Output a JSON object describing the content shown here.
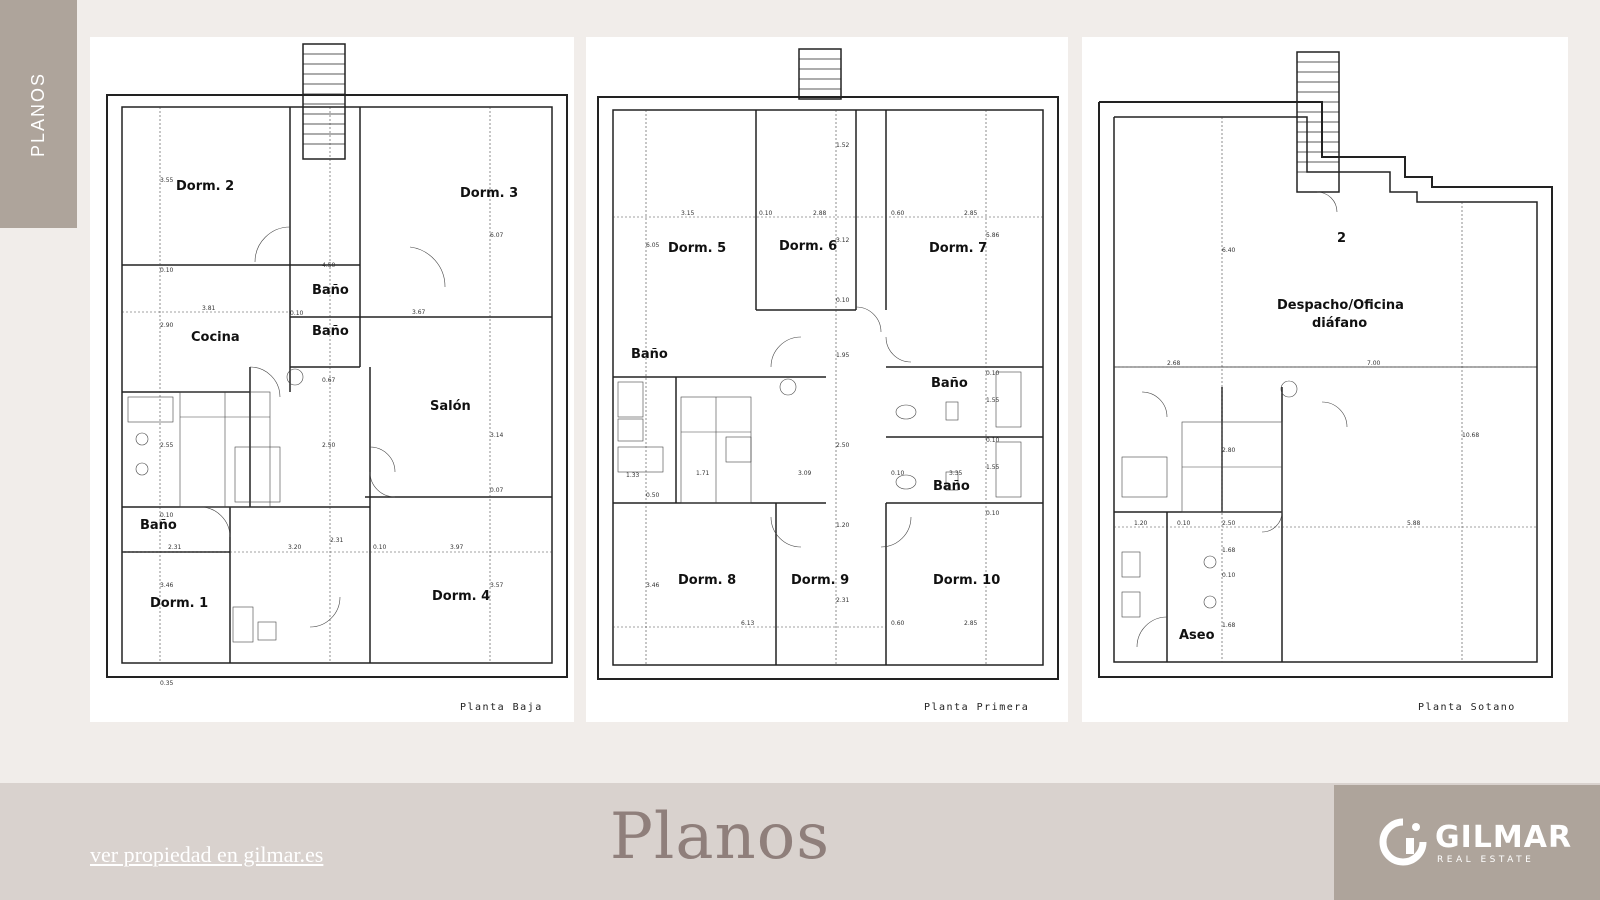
{
  "side_tab": {
    "label": "PLANOS"
  },
  "plans": [
    {
      "caption": "Planta Baja",
      "rooms": [
        "Dorm. 2",
        "Dorm. 3",
        "Baño",
        "Baño",
        "Cocina",
        "Salón",
        "Baño",
        "Dorm. 1",
        "Dorm. 4"
      ],
      "measures": [
        "3.55",
        "0.10",
        "2.90",
        "3.81",
        "4.50",
        "6.07",
        "3.67",
        "0.10",
        "0.67",
        "2.50",
        "3.14",
        "0.07",
        "2.55",
        "0.10",
        "2.31",
        "3.20",
        "2.31",
        "0.10",
        "3.97",
        "3.46",
        "3.57",
        "0.35"
      ]
    },
    {
      "caption": "Planta Primera",
      "rooms": [
        "Dorm. 5",
        "Dorm. 6",
        "Dorm. 7",
        "Baño",
        "Baño",
        "Baño",
        "Dorm. 8",
        "Dorm. 9",
        "Dorm. 10"
      ],
      "measures": [
        "3.15",
        "0.10",
        "2.88",
        "0.60",
        "2.85",
        "6.05",
        "1.52",
        "3.12",
        "5.86",
        "0.10",
        "1.95",
        "0.10",
        "0.10",
        "1.55",
        "2.50",
        "1.71",
        "3.09",
        "0.10",
        "3.35",
        "1.55",
        "0.50",
        "1.33",
        "1.20",
        "0.10",
        "3.46",
        "2.31",
        "6.13",
        "0.60",
        "2.85"
      ]
    },
    {
      "caption": "Planta Sotano",
      "rooms": [
        "2",
        "Despacho/Oficina",
        "diáfano",
        "Aseo"
      ],
      "measures": [
        "6.40",
        "2.68",
        "7.00",
        "10.68",
        "2.80",
        "1.20",
        "0.10",
        "2.50",
        "5.88",
        "1.68",
        "0.10",
        "1.68"
      ]
    }
  ],
  "footer": {
    "link_text": "ver propiedad en gilmar.es",
    "title": "Planos",
    "brand_name": "GILMAR",
    "brand_sub": "REAL ESTATE"
  }
}
